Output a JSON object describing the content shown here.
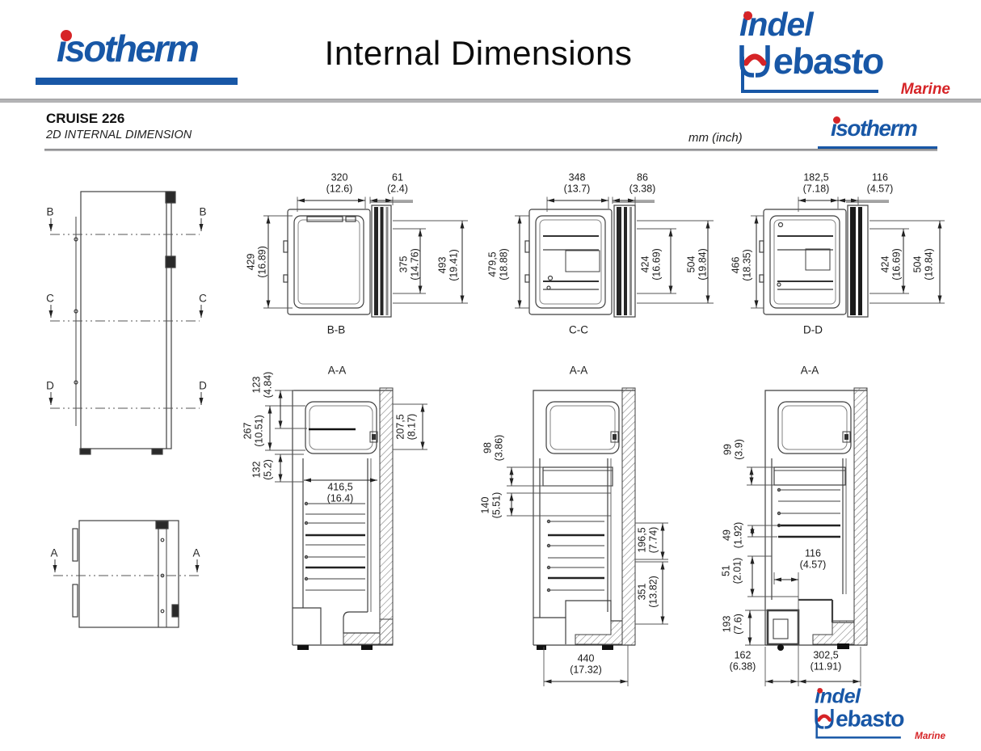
{
  "header": {
    "title": "Internal Dimensions",
    "isotherm_logo_text": "isotherm",
    "indel_webasto": {
      "line1": "indel",
      "w_rest": "ebasto",
      "tagline": "Marine"
    }
  },
  "subheader": {
    "model": "CRUISE 226",
    "subtitle": "2D INTERNAL DIMENSION",
    "units": "mm (inch)",
    "isotherm_logo_text": "isotherm"
  },
  "side_view": {
    "cuts": [
      "B",
      "C",
      "D"
    ]
  },
  "plan_view": {
    "cut": "A"
  },
  "sections": {
    "bb": {
      "label": "B-B",
      "dims": {
        "interior_depth": {
          "mm": "320",
          "inch": "(12.6)"
        },
        "door_depth": {
          "mm": "61",
          "inch": "(2.4)"
        },
        "interior_height": {
          "mm": "429",
          "inch": "(16.89)"
        },
        "door_inner_height": {
          "mm": "375",
          "inch": "(14.76)"
        },
        "overall_height": {
          "mm": "493",
          "inch": "(19.41)"
        }
      }
    },
    "cc": {
      "label": "C-C",
      "dims": {
        "interior_depth": {
          "mm": "348",
          "inch": "(13.7)"
        },
        "door_depth": {
          "mm": "86",
          "inch": "(3.38)"
        },
        "interior_height": {
          "mm": "479,5",
          "inch": "(18.88)"
        },
        "door_inner_height": {
          "mm": "424",
          "inch": "(16.69)"
        },
        "overall_height": {
          "mm": "504",
          "inch": "(19.84)"
        }
      }
    },
    "dd": {
      "label": "D-D",
      "dims": {
        "interior_depth": {
          "mm": "182,5",
          "inch": "(7.18)"
        },
        "door_depth": {
          "mm": "116",
          "inch": "(4.57)"
        },
        "interior_height": {
          "mm": "466",
          "inch": "(18.35)"
        },
        "door_inner_height": {
          "mm": "424",
          "inch": "(16.69)"
        },
        "overall_height": {
          "mm": "504",
          "inch": "(19.84)"
        }
      }
    },
    "aa1": {
      "label": "A-A",
      "dims": {
        "top_offset": {
          "mm": "123",
          "inch": "(4.84)"
        },
        "freezer_height": {
          "mm": "267",
          "inch": "(10.51)"
        },
        "below_freezer": {
          "mm": "132",
          "inch": "(5.2)"
        },
        "freezer_depth": {
          "mm": "207,5",
          "inch": "(8.17)"
        },
        "interior_width": {
          "mm": "416,5",
          "inch": "(16.4)"
        }
      }
    },
    "aa2": {
      "label": "A-A",
      "dims": {
        "bin_height": {
          "mm": "98",
          "inch": "(3.86)"
        },
        "shelf_gap": {
          "mm": "140",
          "inch": "(5.51)"
        },
        "upper_right": {
          "mm": "196,5",
          "inch": "(7.74)"
        },
        "lower_right": {
          "mm": "351",
          "inch": "(13.82)"
        },
        "bottom_width": {
          "mm": "440",
          "inch": "(17.32)"
        }
      }
    },
    "aa3": {
      "label": "A-A",
      "dims": {
        "bin_height": {
          "mm": "99",
          "inch": "(3.9)"
        },
        "shelf_gap_1": {
          "mm": "49",
          "inch": "(1.92)"
        },
        "shelf_gap_2": {
          "mm": "51",
          "inch": "(2.01)"
        },
        "compressor_height": {
          "mm": "193",
          "inch": "(7.6)"
        },
        "step_depth": {
          "mm": "116",
          "inch": "(4.57)"
        },
        "bottom_left_width": {
          "mm": "162",
          "inch": "(6.38)"
        },
        "bottom_right_width": {
          "mm": "302,5",
          "inch": "(11.91)"
        }
      }
    }
  },
  "footer": {
    "indel_webasto": {
      "line1": "indel",
      "w_rest": "ebasto",
      "tagline": "Marine"
    }
  },
  "colors": {
    "brand_blue": "#1857a6",
    "brand_red": "#d62427",
    "rule_gray": "#b3b3b5"
  }
}
